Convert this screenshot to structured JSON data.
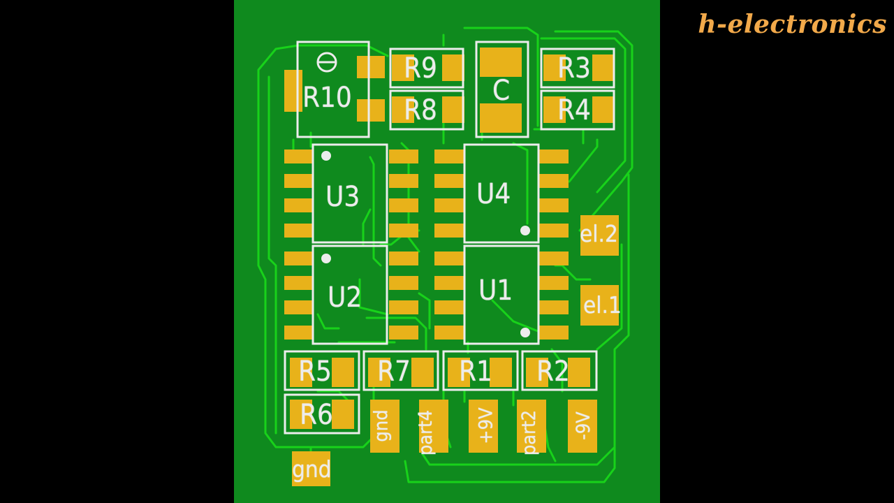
{
  "channel": {
    "brand": "h-electronics"
  },
  "board": {
    "colors": {
      "board": "#0f8a1e",
      "trace": "#18d21a",
      "pad": "#e8b21a",
      "silkscreen": "#ececec"
    },
    "resistors": [
      "R10",
      "R9",
      "R8",
      "R3",
      "R4",
      "R5",
      "R7",
      "R1",
      "R2",
      "R6"
    ],
    "capacitor": "C",
    "chips": [
      "U3",
      "U4",
      "U2",
      "U1"
    ],
    "connectors": [
      "el.2",
      "el.1",
      "gnd",
      "part4",
      "+9V",
      "part2",
      "-9V",
      "gnd"
    ]
  }
}
